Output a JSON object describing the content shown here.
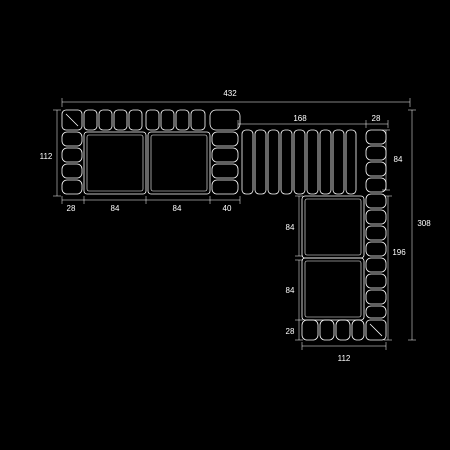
{
  "dimensions": {
    "total_width": "432",
    "left_depth": "112",
    "chaise_seat": "168",
    "right_arm": "28",
    "left_arm": "28",
    "seat_1": "84",
    "seat_2": "84",
    "left_back_gap": "40",
    "right_arm_depth": "84",
    "right_total": "308",
    "lower_seat_1": "84",
    "lower_depth": "196",
    "lower_seat_2": "84",
    "bottom_arm": "28",
    "bottom_width": "112"
  },
  "colors": {
    "background": "#000000",
    "lines": "#ffffff"
  }
}
